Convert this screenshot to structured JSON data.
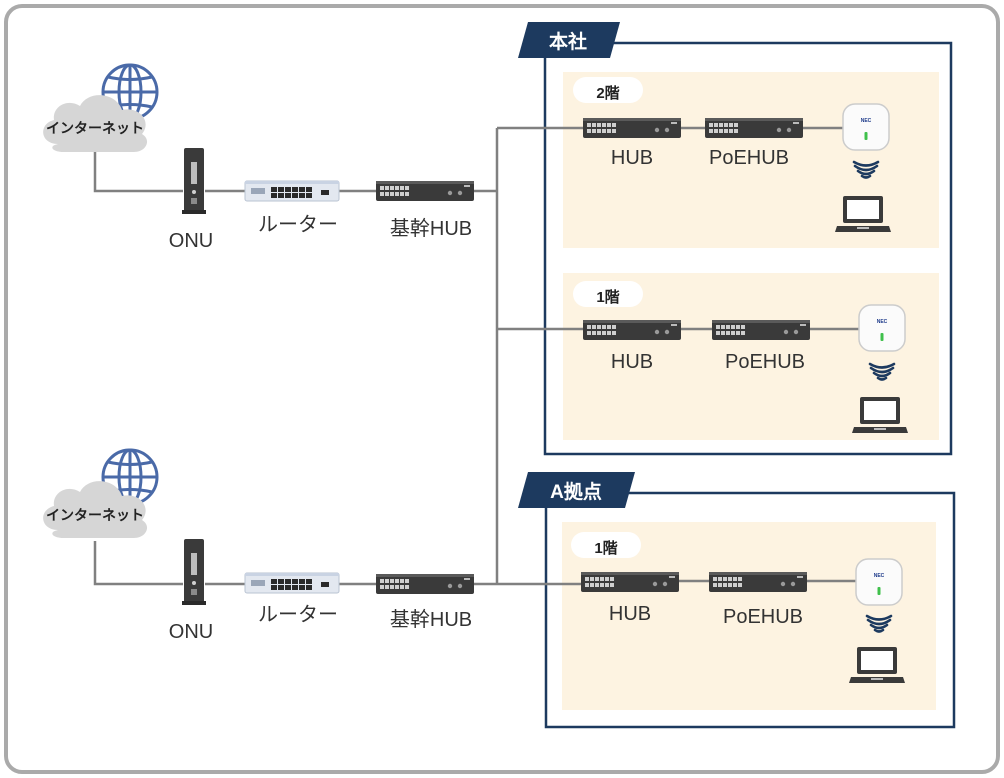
{
  "colors": {
    "frame": "#aaaaaa",
    "navy": "#1d3a5f",
    "floor_bg": "#fdf3e1",
    "line": "#808080",
    "globe": "#4a6aa8",
    "cloud": "#d6d6d6"
  },
  "internet_label": "インターネット",
  "onu_label": "ONU",
  "router_label": "ルーター",
  "core_hub_label": "基幹HUB",
  "hub_label": "HUB",
  "poehub_label": "PoEHUB",
  "headquarters": {
    "title": "本社",
    "floors": [
      "2階",
      "1階"
    ]
  },
  "site_a": {
    "title": "A拠点",
    "floors": [
      "1階"
    ]
  },
  "icons": [
    "globe-icon",
    "cloud-icon",
    "onu-icon",
    "router-icon",
    "switch-icon",
    "access-point-icon",
    "wifi-icon",
    "laptop-icon"
  ],
  "access_point_brand": "NEC"
}
